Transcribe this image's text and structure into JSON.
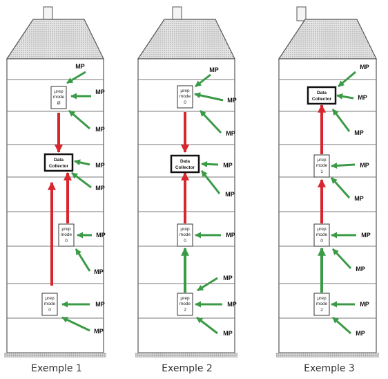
{
  "labels": {
    "mp": "MP",
    "urep": "µrep",
    "mode": "mode",
    "data": "Data",
    "collector": "Collector"
  },
  "colors": {
    "red_arrow": "#d9262e",
    "green_arrow": "#3a9a45",
    "building_line": "#555555",
    "roof_fill": "#dcdcdc",
    "ground": "#bdbdbd"
  },
  "examples": [
    {
      "caption": "Exemple 1",
      "repeater_modes": [
        "Ø",
        "0",
        "0"
      ]
    },
    {
      "caption": "Exemple 2",
      "repeater_modes": [
        "0",
        "0",
        "2"
      ]
    },
    {
      "caption": "Exemple 3",
      "repeater_modes": [
        "1",
        "0",
        "2"
      ]
    }
  ]
}
